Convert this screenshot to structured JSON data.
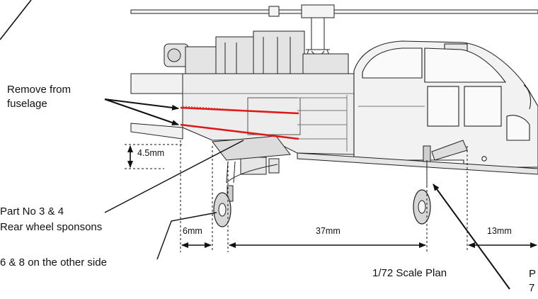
{
  "annotations": {
    "remove_line1": "Remove from",
    "remove_line2": "fuselage",
    "part_line1": "Part No 3 & 4",
    "part_line2": "Rear wheel sponsons",
    "other_side": "6 & 8 on the other side",
    "scale_plan": "1/72 Scale Plan",
    "right_cut_line1": "P",
    "right_cut_line2": "7"
  },
  "dimensions": {
    "height_rear": "4.5mm",
    "rear_gap": "6mm",
    "wheelbase": "37mm",
    "front_gap": "13mm"
  },
  "colors": {
    "cut_line": "#e01818",
    "ink": "#111111",
    "fuselage_fill": "#ededed"
  }
}
